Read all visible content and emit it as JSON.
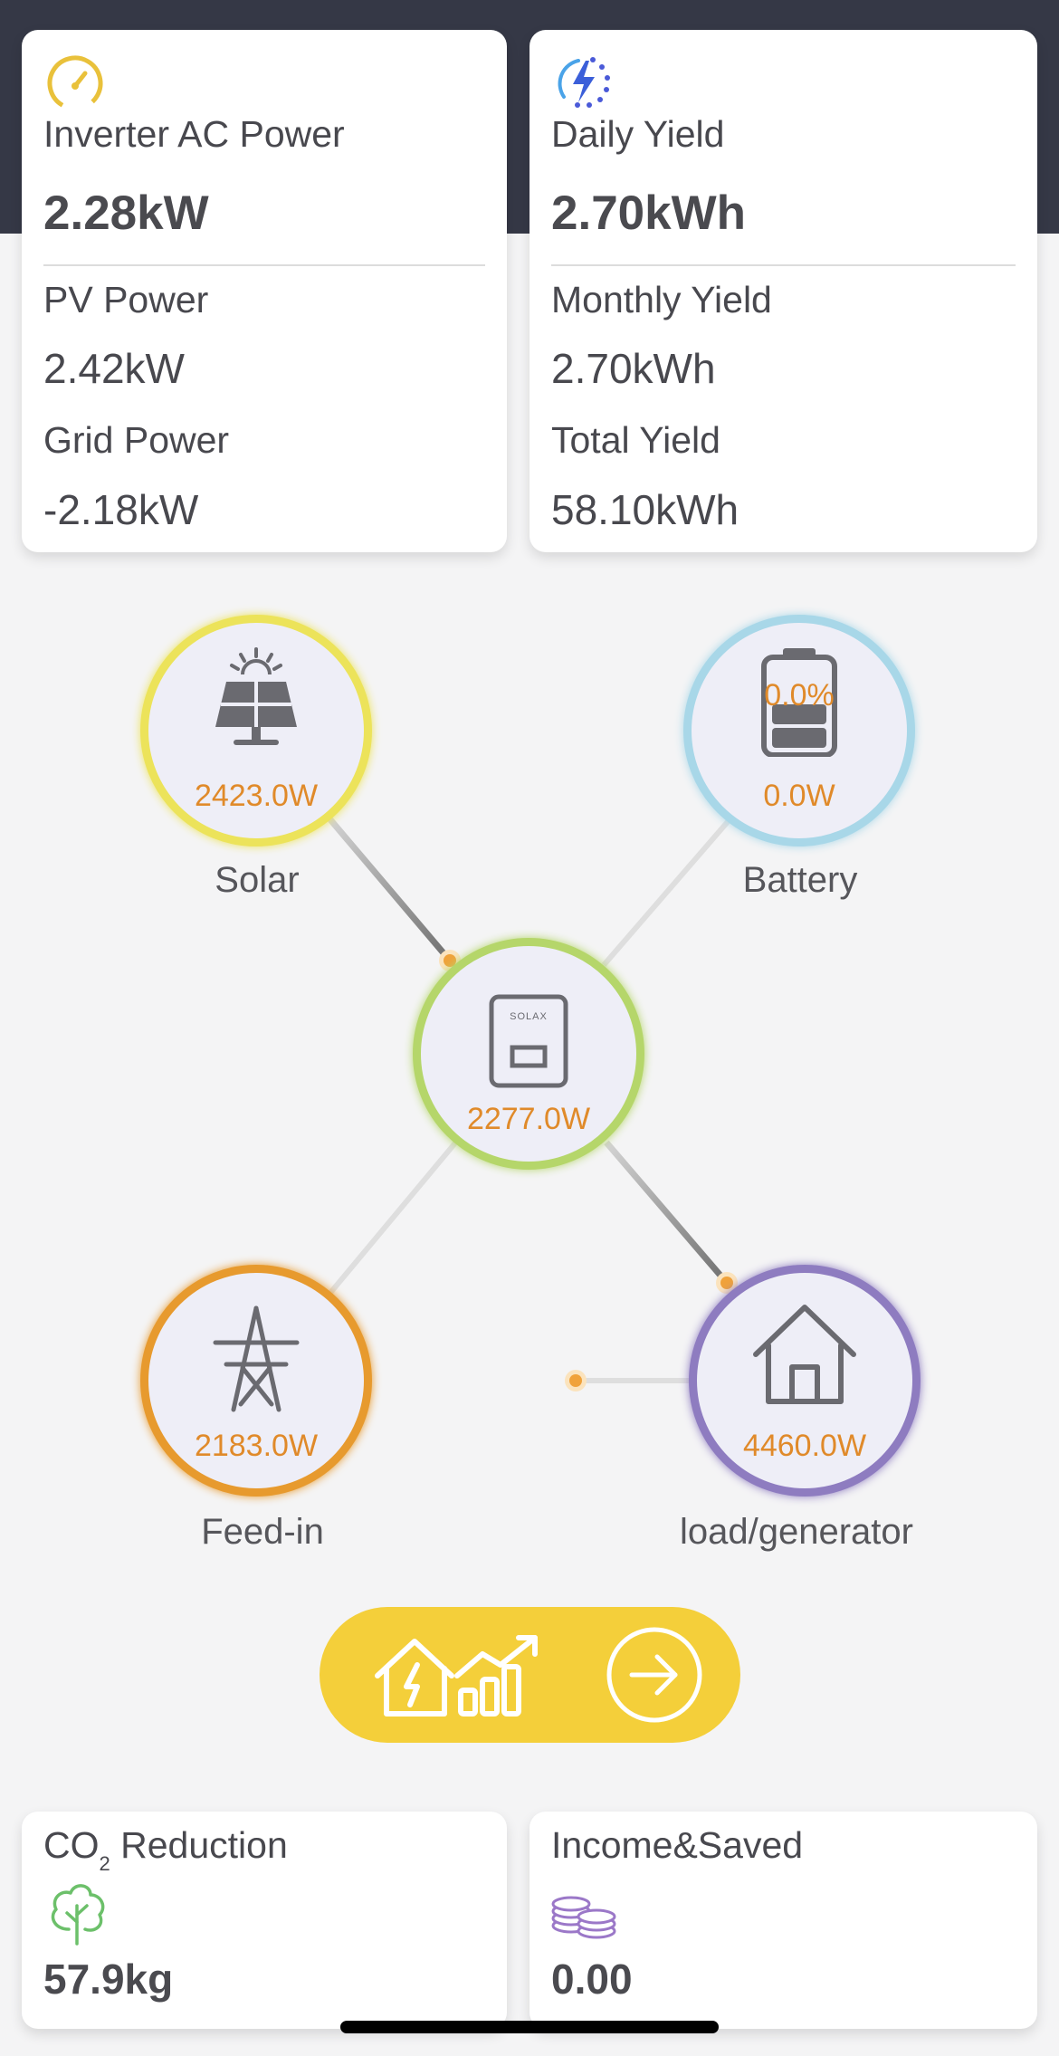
{
  "power_card": {
    "icon": "speedometer-icon",
    "title": "Inverter AC Power",
    "title_value": "2.28kW",
    "pv_label": "PV Power",
    "pv_value": "2.42kW",
    "grid_label": "Grid Power",
    "grid_value": "-2.18kW"
  },
  "yield_card": {
    "icon": "lightning-bolt-icon",
    "title": "Daily Yield",
    "title_value": "2.70kWh",
    "monthly_label": "Monthly Yield",
    "monthly_value": "2.70kWh",
    "total_label": "Total Yield",
    "total_value": "58.10kWh"
  },
  "flow": {
    "solar": {
      "label": "Solar",
      "value": "2423.0W",
      "icon": "solar-panel-icon",
      "ring_color": "#ece35a"
    },
    "battery": {
      "label": "Battery",
      "value": "0.0W",
      "percent": "0.0%",
      "icon": "battery-icon",
      "ring_color": "#a8d7e8"
    },
    "inverter": {
      "value": "2277.0W",
      "brand": "SOLAX",
      "icon": "inverter-icon",
      "ring_color": "#b5d66a"
    },
    "feedin": {
      "label": "Feed-in",
      "value": "2183.0W",
      "icon": "power-tower-icon",
      "ring_color": "#e79a2e"
    },
    "load": {
      "label": "load/generator",
      "value": "4460.0W",
      "icon": "house-icon",
      "ring_color": "#8e7cc0"
    }
  },
  "action_button": {
    "icon_left": "home-energy-chart-icon",
    "icon_right": "arrow-right-circle-icon",
    "color": "#f4cf3a"
  },
  "co2_card": {
    "title_main": "CO",
    "title_sub": "2",
    "title_rest": " Reduction",
    "icon": "tree-icon",
    "value": "57.9kg"
  },
  "income_card": {
    "title": "Income&Saved",
    "icon": "coins-icon",
    "value": "0.00"
  }
}
